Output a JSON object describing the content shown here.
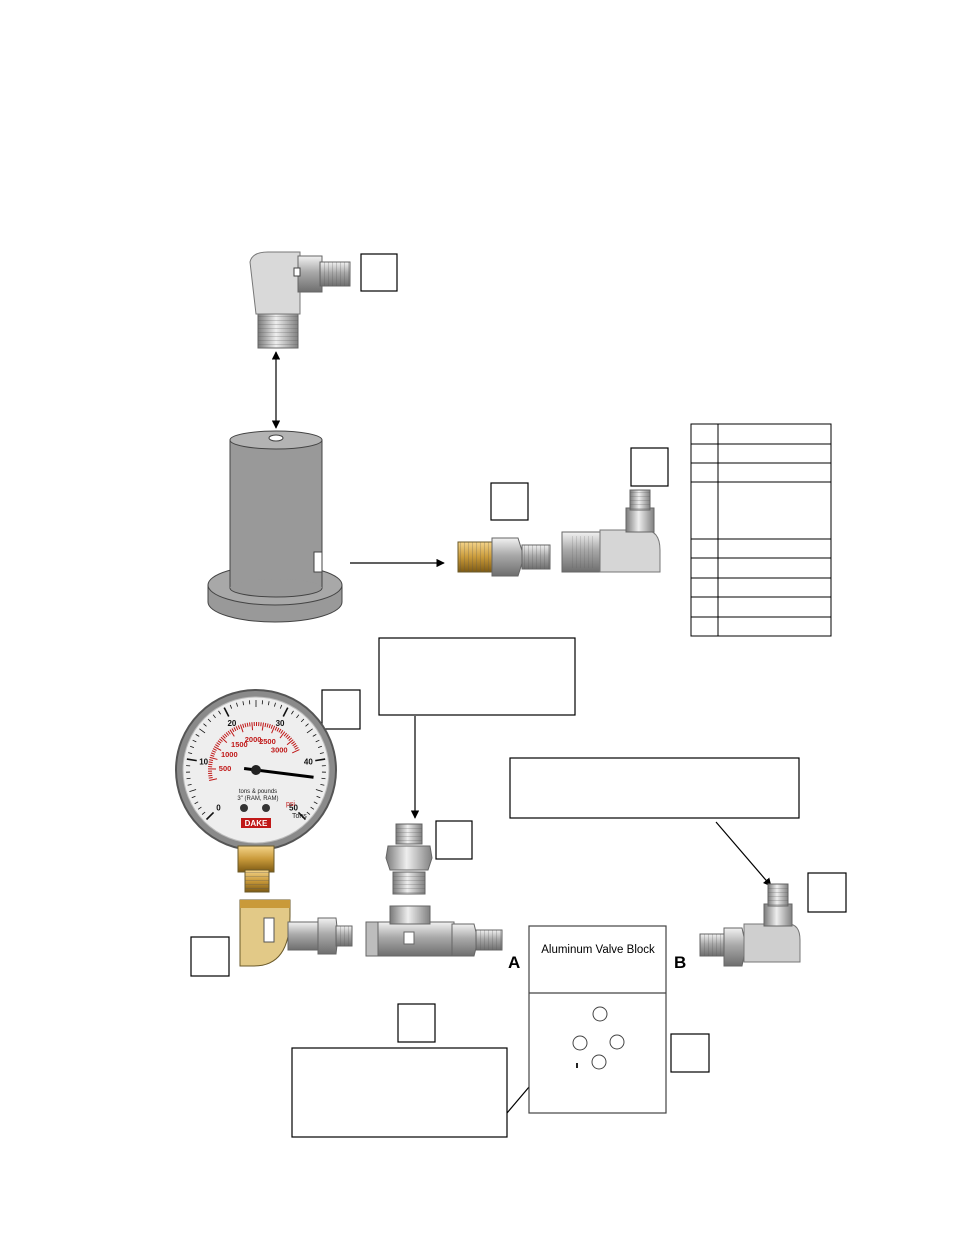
{
  "valve_block": {
    "title": "Aluminum Valve Block"
  },
  "ports": {
    "a": "A",
    "b": "B"
  },
  "gauge": {
    "brand": "DAKE",
    "ton_scale": [
      "0",
      "10",
      "20",
      "30",
      "40",
      "50"
    ],
    "psi_scale": [
      "500",
      "1000",
      "1500",
      "2000",
      "2500",
      "3000"
    ],
    "unit_tons": "Tons",
    "unit_psi": "psi",
    "note_line1": "tons & pounds",
    "note_line2": "3\" (RAM, RAM)"
  },
  "colors": {
    "cylinder": "#999999",
    "brass": "#c99a3a",
    "steel": "#c8c8c8",
    "gauge_red": "#c01818"
  }
}
